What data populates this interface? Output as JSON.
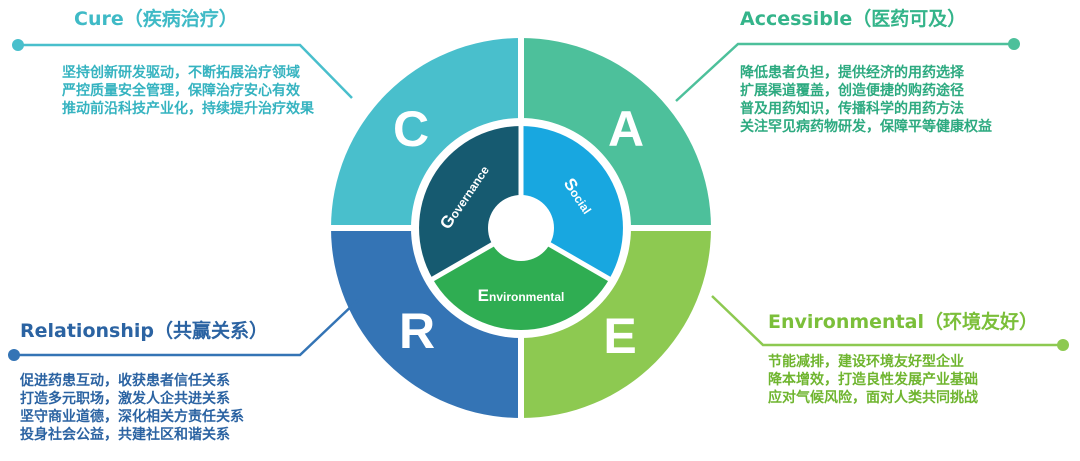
{
  "colors": {
    "cure": "#49bfcc",
    "accessible": "#4dc09b",
    "relationship": "#3474b5",
    "environmental": "#8dc951",
    "governance": "#165a70",
    "social": "#18a7e0",
    "environmental_inner": "#2fad52",
    "center": "#ffffff"
  },
  "quadrants": {
    "cure": {
      "letter": "C",
      "title": "Cure（疾病治疗）",
      "lines": [
        "坚持创新研发驱动，不断拓展治疗领域",
        "严控质量安全管理，保障治疗安心有效",
        "推动前沿科技产业化，持续提升治疗效果"
      ]
    },
    "accessible": {
      "letter": "A",
      "title": "Accessible（医药可及）",
      "lines": [
        "降低患者负担，提供经济的用药选择",
        "扩展渠道覆盖，创造便捷的购药途径",
        "普及用药知识，传播科学的用药方法",
        "关注罕见病药物研发，保障平等健康权益"
      ]
    },
    "relationship": {
      "letter": "R",
      "title": "Relationship（共赢关系）",
      "lines": [
        "促进药患互动，收获患者信任关系",
        "打造多元职场，激发人企共进关系",
        "坚守商业道德，深化相关方责任关系",
        "投身社会公益，共建社区和谐关系"
      ]
    },
    "environmental": {
      "letter": "E",
      "title": "Environmental（环境友好）",
      "lines": [
        "节能减排，建设环境友好型企业",
        "降本增效，打造良性发展产业基础",
        "应对气候风险，面对人类共同挑战"
      ]
    }
  },
  "inner": {
    "governance": {
      "initial": "G",
      "rest": "overnance"
    },
    "social": {
      "initial": "S",
      "rest": "ocial"
    },
    "environmental": {
      "initial": "E",
      "rest": "nvironmental"
    }
  }
}
